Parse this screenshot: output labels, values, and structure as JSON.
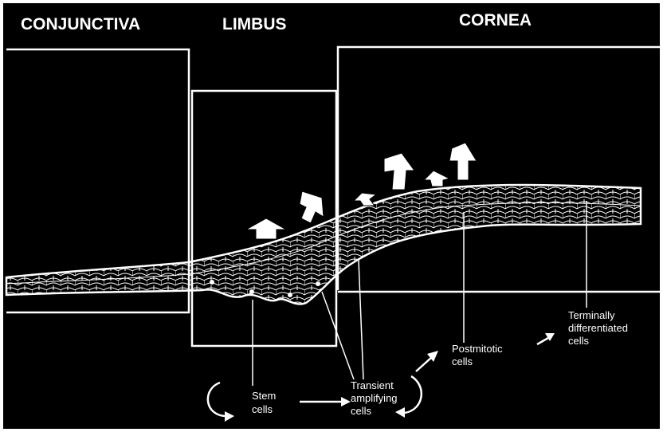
{
  "regions": {
    "conjunctiva": "CONJUNCTIVA",
    "limbus": "LIMBUS",
    "cornea": "CORNEA"
  },
  "labels": {
    "stem": [
      "Stem",
      "cells"
    ],
    "transient": [
      "Transient",
      "amplifying",
      "cells"
    ],
    "postmitotic": [
      "Postmitotic",
      "cells"
    ],
    "terminal": [
      "Terminally",
      "differentiated",
      "cells"
    ]
  },
  "colors": {
    "background": "#000000",
    "foreground": "#ffffff"
  }
}
